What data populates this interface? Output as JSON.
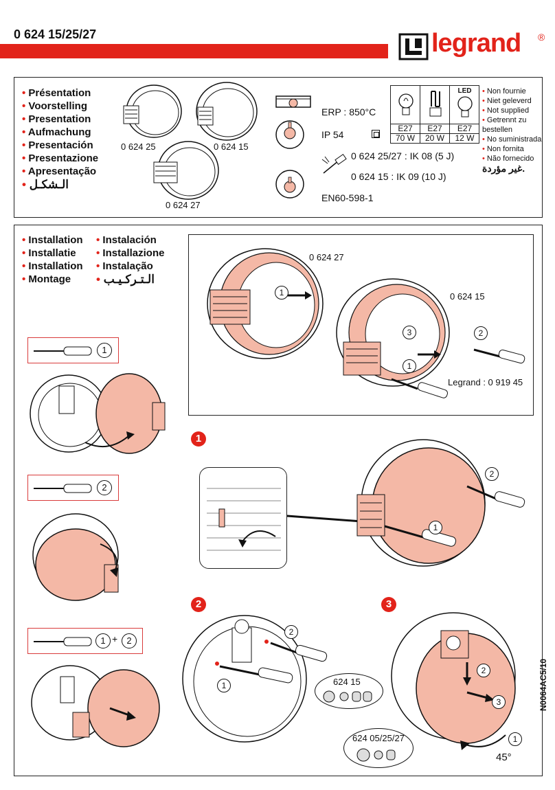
{
  "header": {
    "model_title": "0 624 15/25/27",
    "brand_name": "legrand",
    "brand_mark": "®"
  },
  "presentation": {
    "languages": [
      "Présentation",
      "Voorstelling",
      "Presentation",
      "Aufmachung",
      "Presentación",
      "Presentazione",
      "Apresentação",
      "الـشكـل"
    ],
    "products": {
      "p25": "0 624 25",
      "p15": "0 624 15",
      "p27": "0 624 27"
    },
    "specs": {
      "erp": "ERP : 850°C",
      "ip": "IP 54",
      "ik_25_27": "0 624 25/27 : IK 08 (5 J)",
      "ik_15": "0 624 15 : IK 09 (10 J)",
      "standard": "EN60-598-1"
    },
    "lamps": [
      {
        "label": "",
        "base": "E27",
        "power": "70 W",
        "icon": "incandescent-bulb-icon"
      },
      {
        "label": "",
        "base": "E27",
        "power": "20 W",
        "icon": "cfl-bulb-icon"
      },
      {
        "label": "LED",
        "base": "E27",
        "power": "12 W",
        "icon": "led-bulb-icon"
      }
    ],
    "not_supplied": [
      "Non fournie",
      "Niet geleverd",
      "Not supplied",
      "Getrennt zu",
      "bestellen",
      "No suministrada",
      "Non fornita",
      "Não fornecido",
      "غير مؤردة."
    ]
  },
  "installation": {
    "languages_left": [
      "Installation",
      "Installatie",
      "Installation",
      "Montage"
    ],
    "languages_right": [
      "Instalación",
      "Installazione",
      "Instalação",
      "الـتـركـيـب"
    ],
    "tool_steps": [
      {
        "num": "1"
      },
      {
        "num": "2"
      },
      {
        "num_a": "1",
        "plus": "+",
        "num_b": "2"
      }
    ],
    "diagram_top": {
      "label_27": "0 624 27",
      "label_15": "0 624 15",
      "tool_ref": "Legrand : 0 919 45",
      "nums": [
        "1",
        "3",
        "2",
        "1"
      ]
    },
    "steps": [
      {
        "badge": "1",
        "nums": [
          "2",
          "1"
        ]
      },
      {
        "badge": "2",
        "nums": [
          "2",
          "1"
        ]
      },
      {
        "badge": "3",
        "nums": [
          "2",
          "3",
          "1"
        ],
        "kit_a": "624 15",
        "kit_b": "624 05/25/27",
        "angle": "45°"
      }
    ]
  },
  "footer": {
    "doc_ref": "N0064AC5/10"
  },
  "colors": {
    "accent_red": "#e2231a",
    "salmon": "#f4b8a6"
  }
}
